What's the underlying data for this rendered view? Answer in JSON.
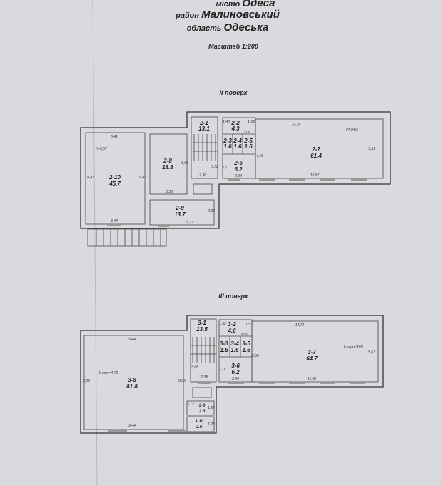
{
  "header": {
    "city_label": "місто",
    "city": "Одеса",
    "district_label": "район",
    "district": "Малиновський",
    "region_label": "область",
    "region": "Одеська",
    "scale": "Масштаб 1:200"
  },
  "floor2": {
    "title": "II поверх",
    "rooms": [
      {
        "id": "2-1",
        "area": "13.1"
      },
      {
        "id": "2-2",
        "area": "4.3"
      },
      {
        "id": "2-3",
        "area": "1.6"
      },
      {
        "id": "2-4",
        "area": "1.6"
      },
      {
        "id": "2-5",
        "area": "1.6"
      },
      {
        "id": "2-6",
        "area": "6.2"
      },
      {
        "id": "2-7",
        "area": "61.4"
      },
      {
        "id": "2-8",
        "area": "18.8"
      },
      {
        "id": "2-9",
        "area": "13.7"
      },
      {
        "id": "2-10",
        "area": "45.7"
      }
    ],
    "dims": [
      "5,41",
      "h=3,07",
      "8,42",
      "8,43",
      "3,44",
      "3,38",
      "5,55",
      "2,38",
      "5,52",
      "2,39",
      "5,77",
      "14,34",
      "h=3,40",
      "5,51",
      "10,97",
      "3,06",
      "2,11",
      "2,94",
      "4,15",
      "1,39",
      "1,40"
    ]
  },
  "floor3": {
    "title": "III поверх",
    "rooms": [
      {
        "id": "3-1",
        "area": "13.5"
      },
      {
        "id": "3-2",
        "area": "4.6"
      },
      {
        "id": "3-3",
        "area": "1.6"
      },
      {
        "id": "3-4",
        "area": "1.6"
      },
      {
        "id": "3-5",
        "area": "1.6"
      },
      {
        "id": "3-6",
        "area": "6.2"
      },
      {
        "id": "3-7",
        "area": "64.7"
      },
      {
        "id": "3-8",
        "area": "81.8"
      },
      {
        "id": "3-9",
        "area": "2.6"
      },
      {
        "id": "3-10",
        "area": "2.6"
      }
    ],
    "dims": [
      "9,44",
      "h сер.=4,70",
      "8,59",
      "8,65",
      "9,44",
      "5,68",
      "2,38",
      "14,72",
      "h сер.=3,85",
      "5,63",
      "11,30",
      "3,06",
      "5,66",
      "2,11",
      "2,94",
      "2,12",
      "1,22",
      "1,23",
      "1,51",
      "1,52"
    ]
  }
}
